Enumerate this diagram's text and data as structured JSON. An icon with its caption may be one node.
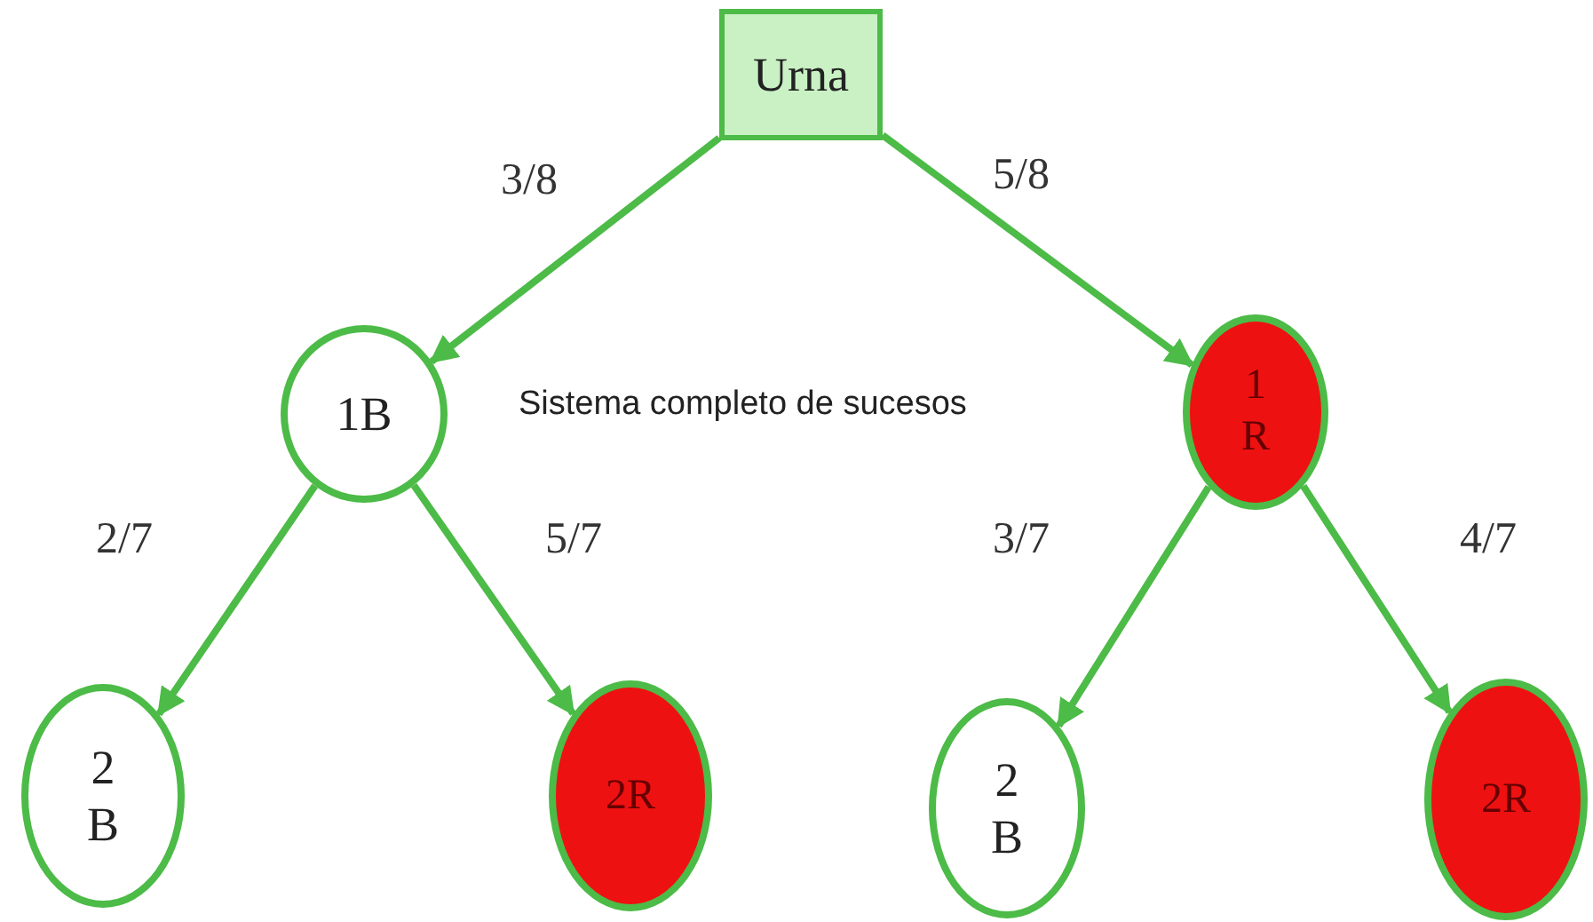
{
  "diagram": {
    "nodes": [
      {
        "text": [
          "Urna"
        ]
      },
      {
        "text": [
          "1B"
        ]
      },
      {
        "text": [
          "1 R"
        ]
      },
      {
        "text": [
          "2 B"
        ]
      },
      {
        "text": [
          "2R"
        ]
      },
      {
        "text": [
          "2 B"
        ]
      },
      {
        "text": [
          "2R"
        ]
      }
    ],
    "edges": [
      {
        "from": 0,
        "to": 1,
        "arrow": "to",
        "label": "3/8"
      },
      {
        "from": 0,
        "to": 2,
        "arrow": "to",
        "label": "5/8"
      },
      {
        "from": 1,
        "to": 3,
        "arrow": "to",
        "label": "2/7"
      },
      {
        "from": 1,
        "to": 4,
        "arrow": "to",
        "label": "5/7"
      },
      {
        "from": 2,
        "to": 5,
        "arrow": "to",
        "label": "3/7"
      },
      {
        "from": 2,
        "to": 6,
        "arrow": "to",
        "label": "4/7"
      }
    ],
    "labels": [
      "Sistema completo de sucesos"
    ]
  }
}
